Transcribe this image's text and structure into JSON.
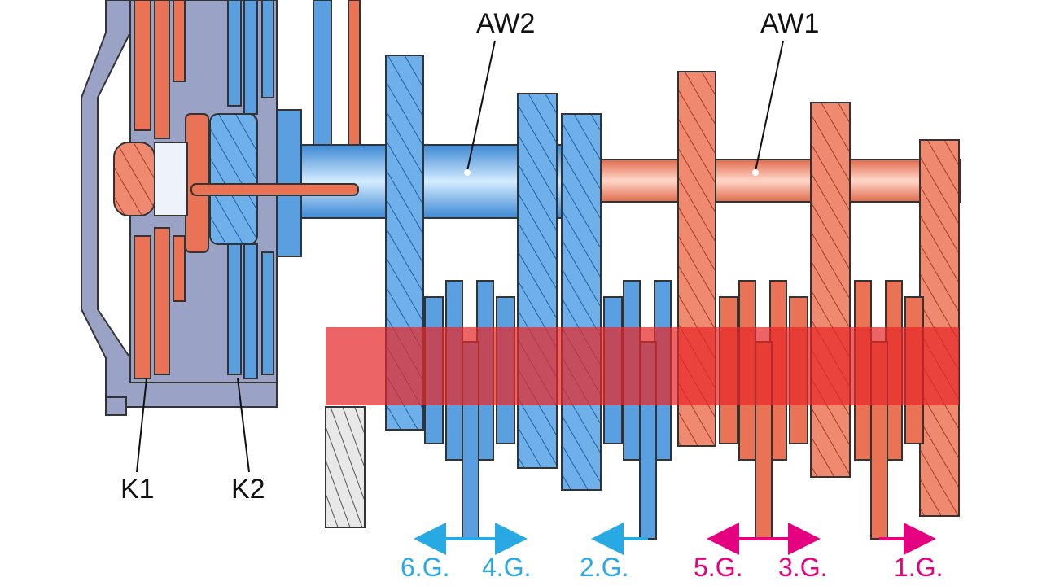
{
  "diagram": {
    "title": "",
    "shaft_labels": {
      "aw2": "AW2",
      "aw1": "AW1"
    },
    "clutch_labels": {
      "k1": "K1",
      "k2": "K2"
    },
    "gear_labels": {
      "g6": "6.G.",
      "g4": "4.G.",
      "g2": "2.G.",
      "g5": "5.G.",
      "g3": "3.G.",
      "g1": "1.G."
    },
    "colors": {
      "blue_gear": "#5aa0e0",
      "blue_dark": "#1f5fa8",
      "red_gear": "#ea7356",
      "red_dark": "#b23d22",
      "housing": "#9aa2c6",
      "highlight": "rgba(230,40,40,0.72)",
      "arrow_blue": "#29a9e4",
      "arrow_magenta": "#e4007e"
    }
  }
}
